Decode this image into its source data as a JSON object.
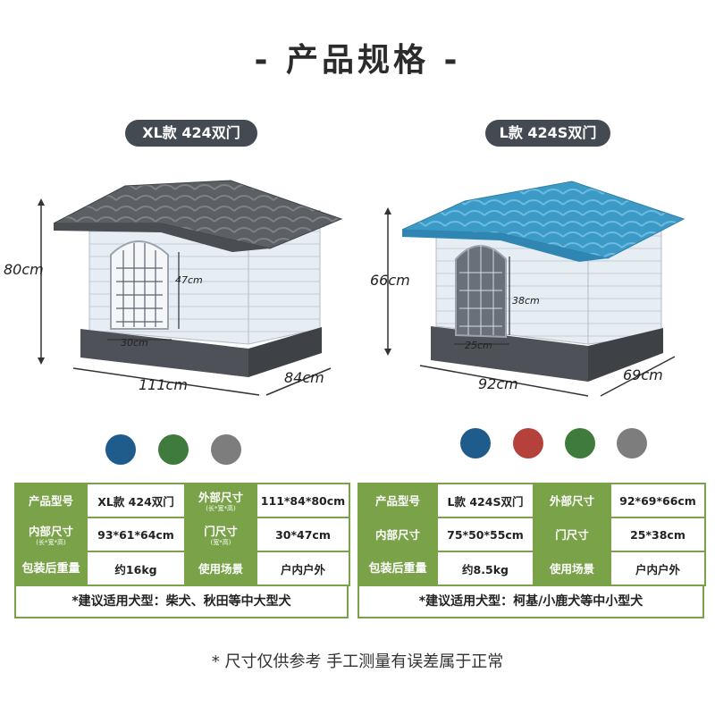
{
  "title": "- 产品规格 -",
  "left": {
    "badge": "XL款  424双门",
    "dims": {
      "height": "80cm",
      "door_h": "47cm",
      "door_w": "30cm",
      "length": "111cm",
      "depth": "84cm"
    },
    "colors": [
      {
        "name": "blue-swatch",
        "hex": "#1f5b8b"
      },
      {
        "name": "green-swatch",
        "hex": "#3e7b3c"
      },
      {
        "name": "gray-swatch",
        "hex": "#7d7d7d"
      }
    ],
    "spec": {
      "model_label": "产品型号",
      "model": "XL款 424双门",
      "outer_label": "外部尺寸",
      "outer_sub": "(长*宽*高)",
      "outer": "111*84*80cm",
      "inner_label": "内部尺寸",
      "inner_sub": "(长*宽*高)",
      "inner": "93*61*64cm",
      "door_label": "门尺寸",
      "door_sub": "(宽*高)",
      "door": "30*47cm",
      "weight_label": "包装后重量",
      "weight": "约16kg",
      "usage_label": "使用场景",
      "usage": "户内户外"
    },
    "note": "*建议适用犬型：柴犬、秋田等中大型犬"
  },
  "right": {
    "badge": "L款  424S双门",
    "dims": {
      "height": "66cm",
      "door_h": "38cm",
      "door_w": "25cm",
      "length": "92cm",
      "depth": "69cm"
    },
    "colors": [
      {
        "name": "blue-swatch",
        "hex": "#1f5b8b"
      },
      {
        "name": "red-swatch",
        "hex": "#b5413d"
      },
      {
        "name": "green-swatch",
        "hex": "#3e7b3c"
      },
      {
        "name": "gray-swatch",
        "hex": "#7d7d7d"
      }
    ],
    "spec": {
      "model_label": "产品型号",
      "model": "L款 424S双门",
      "outer_label": "外部尺寸",
      "outer": "92*69*66cm",
      "inner_label": "内部尺寸",
      "inner": "75*50*55cm",
      "door_label": "门尺寸",
      "door": "25*38cm",
      "weight_label": "包装后重量",
      "weight": "约8.5kg",
      "usage_label": "使用场景",
      "usage": "户内户外"
    },
    "note": "*建议适用犬型：柯基/小鹿犬等中小型犬"
  },
  "footer": "* 尺寸仅供参考 手工测量有误差属于正常"
}
